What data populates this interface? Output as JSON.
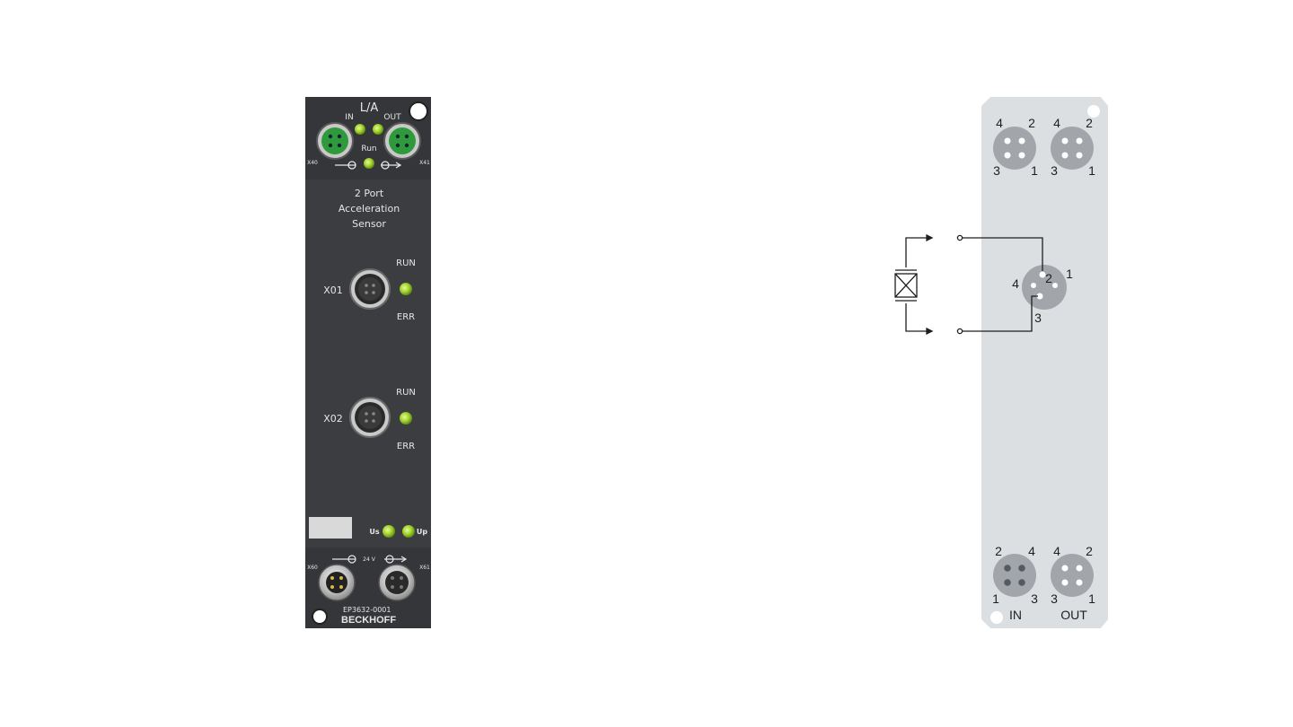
{
  "module": {
    "top_label": "L/A",
    "in_label": "IN",
    "out_label": "OUT",
    "run_label": "Run",
    "x40": "X40",
    "x41": "X41",
    "desc_lines": [
      "2 Port",
      "Acceleration",
      "Sensor"
    ],
    "ports": [
      {
        "name": "X01",
        "run": "RUN",
        "err": "ERR"
      },
      {
        "name": "X02",
        "run": "RUN",
        "err": "ERR"
      }
    ],
    "us_label": "Us",
    "up_label": "Up",
    "voltage_label": "24 V",
    "x60": "X60",
    "x61": "X61",
    "part_number": "EP3632-0001",
    "brand": "BECKHOFF",
    "colors": {
      "housing": "#3a3c3f",
      "connector_green": "#2f9a3c",
      "led": "#9bd22a"
    }
  },
  "pinout": {
    "top_left_pins": {
      "tl": "4",
      "tr": "2",
      "bl": "3",
      "br": "1"
    },
    "top_right_pins": {
      "tl": "4",
      "tr": "2",
      "bl": "3",
      "br": "1"
    },
    "sensor_pins": {
      "p1": "1",
      "p2": "2",
      "p3": "3",
      "p4": "4"
    },
    "bottom_left_pins": {
      "tl": "2",
      "tr": "4",
      "bl": "1",
      "br": "3"
    },
    "bottom_right_pins": {
      "tl": "4",
      "tr": "2",
      "bl": "3",
      "br": "1"
    },
    "in_label": "IN",
    "out_label": "OUT",
    "colors": {
      "plate": "#dcdfe2",
      "plate_edge": "#cfd3d6",
      "connector": "#a2a6ab",
      "wire": "#1e1e1e"
    }
  }
}
